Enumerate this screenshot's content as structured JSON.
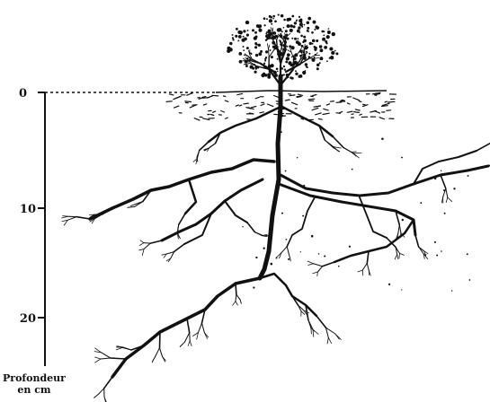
{
  "axis": {
    "ticks": [
      {
        "label": "0",
        "depth_cm": 0
      },
      {
        "label": "10",
        "depth_cm": 10
      },
      {
        "label": "20",
        "depth_cm": 20
      }
    ],
    "title_line1": "Profondeur",
    "title_line2": "en cm"
  },
  "colors": {
    "ink": "#111111",
    "background": "#ffffff"
  }
}
